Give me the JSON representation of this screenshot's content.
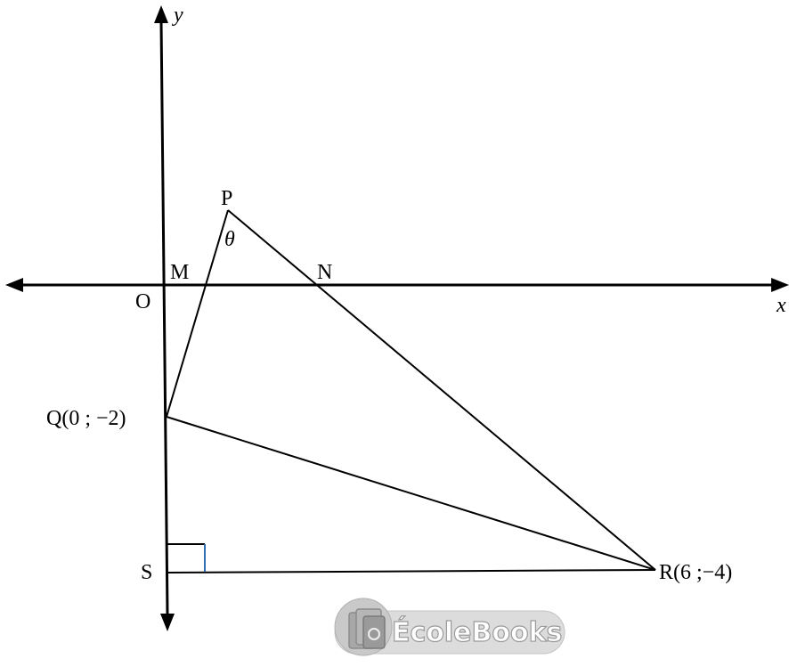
{
  "axes": {
    "x_label": "x",
    "y_label": "y",
    "origin_label": "O"
  },
  "points": {
    "P": "P",
    "M": "M",
    "N": "N",
    "Q": "Q(0 ; −2)",
    "R": "R(6 ;−4)",
    "S": "S"
  },
  "angle_label": "θ",
  "watermark": {
    "text": "ÉcoleBooks"
  },
  "colors": {
    "line": "#000000",
    "right_angle_accent": "#2f6db5",
    "watermark_fill": "#dcdcdc"
  }
}
